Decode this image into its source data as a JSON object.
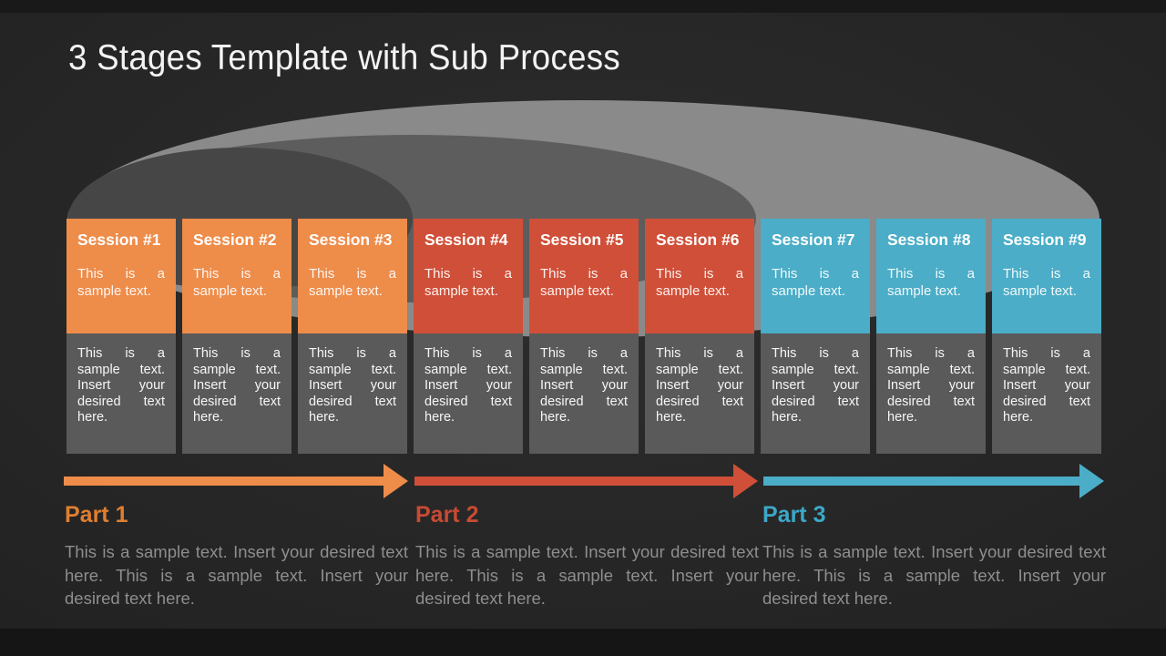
{
  "slide_title": "3 Stages Template with Sub Process",
  "colors": {
    "background": "#282828",
    "frame_band_top": "#191919",
    "frame_band_bottom": "#151515",
    "stage1_accent": "#EE8C4A",
    "stage2_accent": "#D04F38",
    "stage3_accent": "#4BADC7",
    "stage1_title": "#DF7F30",
    "stage2_title": "#C94A33",
    "stage3_title": "#3DA8C7",
    "subprocess_box": "#5A5A5A",
    "ellipse_outer": "#8A8A8A",
    "ellipse_middle": "#5D5D5D",
    "ellipse_inner": "#464646",
    "paragraph_text": "#8E8E8E"
  },
  "sessions": [
    {
      "title": "Session #1",
      "text": "This is a sample text.",
      "subtext": "This is a sample text. Insert your desired text here."
    },
    {
      "title": "Session #2",
      "text": "This is a sample text.",
      "subtext": "This is a sample text. Insert your desired text here."
    },
    {
      "title": "Session #3",
      "text": "This is a sample text.",
      "subtext": "This is a sample text. Insert your desired text here."
    },
    {
      "title": "Session #4",
      "text": "This is a sample text.",
      "subtext": "This is a sample text. Insert your desired text here."
    },
    {
      "title": "Session #5",
      "text": "This is a sample text.",
      "subtext": "This is a sample text. Insert your desired text here."
    },
    {
      "title": "Session #6",
      "text": "This is a sample text.",
      "subtext": "This is a sample text. Insert your desired text here."
    },
    {
      "title": "Session #7",
      "text": "This is a sample text.",
      "subtext": "This is a sample text. Insert your desired text here."
    },
    {
      "title": "Session #8",
      "text": "This is a sample text.",
      "subtext": "This is a sample text. Insert your desired text here."
    },
    {
      "title": "Session #9",
      "text": "This is a sample text.",
      "subtext": "This is a sample text. Insert your desired text here."
    }
  ],
  "stages": [
    {
      "label": "Part 1",
      "description": "This is a sample text. Insert your desired text here. This is a sample text. Insert your desired text here."
    },
    {
      "label": "Part 2",
      "description": "This is a sample text. Insert your desired text here. This is a sample text. Insert your desired text here."
    },
    {
      "label": "Part 3",
      "description": "This is a sample text. Insert your desired text here. This is a sample text. Insert your desired text here."
    }
  ]
}
